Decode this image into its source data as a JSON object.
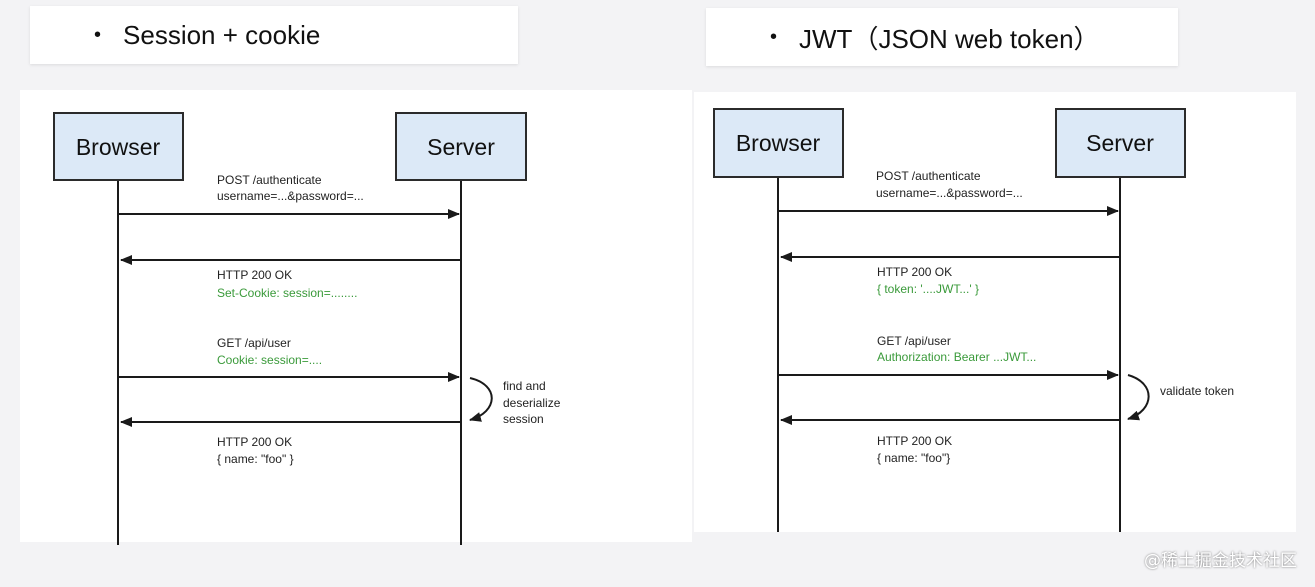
{
  "colors": {
    "box_fill": "#dce9f7",
    "box_stroke": "#2b2b2b",
    "line": "#1a1a1a",
    "text": "#222222",
    "green": "#3a9a3a"
  },
  "left": {
    "title": "Session + cookie",
    "bullet": "•",
    "browser_label": "Browser",
    "server_label": "Server",
    "req1_line1": "POST /authenticate",
    "req1_line2": "username=...&password=...",
    "res1_line1": "HTTP 200 OK",
    "res1_line2": "Set-Cookie: session=........",
    "req2_line1": "GET /api/user",
    "req2_line2": "Cookie: session=....",
    "note_line1": "find and",
    "note_line2": "deserialize",
    "note_line3": "session",
    "res2_line1": "HTTP 200 OK",
    "res2_line2": "{  name: \"foo\" }"
  },
  "right": {
    "title": "JWT（JSON web token）",
    "bullet": "•",
    "browser_label": "Browser",
    "server_label": "Server",
    "req1_line1": "POST /authenticate",
    "req1_line2": "username=...&password=...",
    "res1_line1": "HTTP 200 OK",
    "res1_line2": "{ token: '....JWT...' }",
    "req2_line1": "GET /api/user",
    "req2_line2": "Authorization: Bearer ...JWT...",
    "note_line1": "validate token",
    "res2_line1": "HTTP 200 OK",
    "res2_line2": "{ name: \"foo\"}"
  },
  "watermark": "@稀土掘金技术社区"
}
